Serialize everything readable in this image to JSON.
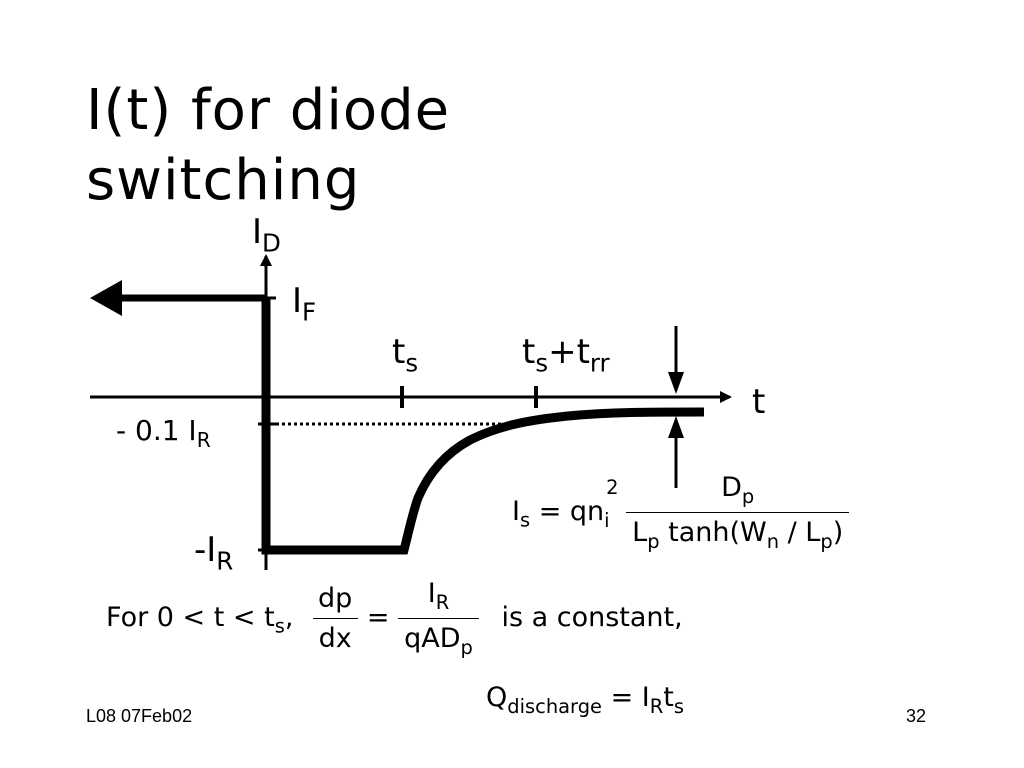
{
  "slide": {
    "title_line1": "I(t) for diode",
    "title_line2": "switching",
    "footer_left": "L08 07Feb02",
    "page_number": "32"
  },
  "diagram": {
    "y_axis_label": {
      "main": "I",
      "sub": "D"
    },
    "x_axis_label": "t",
    "i_forward_label": {
      "main": "I",
      "sub": "F"
    },
    "minus_ir_label": {
      "main": "-I",
      "sub": "R"
    },
    "tenth_ir_label": {
      "main": "- 0.1 I",
      "sub": "R"
    },
    "ts_label": {
      "main": "t",
      "sub": "s"
    },
    "ts_trr_label": {
      "main": "t",
      "sub1": "s",
      "mid": "+t",
      "sub2": "rr"
    }
  },
  "equations": {
    "is_eq": {
      "lhs": "I",
      "lhs_sub": "s",
      "eq": " = qn",
      "ni_sub": "i",
      "ni_sup": "2",
      "num_main": "D",
      "num_sub": "p",
      "den_a": "L",
      "den_a_sub": "p",
      "den_b": " tanh(W",
      "den_b_sub": "n",
      "den_c": " / L",
      "den_c_sub": "p",
      "den_d": ")"
    },
    "for_eq": {
      "prefix": "For  0 < t < t",
      "prefix_sub": "s",
      "comma": ",",
      "f1_num": "dp",
      "f1_den": "dx",
      "eq": "=",
      "f2_num": "I",
      "f2_num_sub": "R",
      "f2_den": "qAD",
      "f2_den_sub": "p",
      "suffix": "is  a  constant,"
    },
    "q_eq": {
      "q": "Q",
      "q_sub": "discharge",
      "eq": " = I",
      "ir_sub": "R",
      "t": "t",
      "ts_sub": "s"
    }
  }
}
